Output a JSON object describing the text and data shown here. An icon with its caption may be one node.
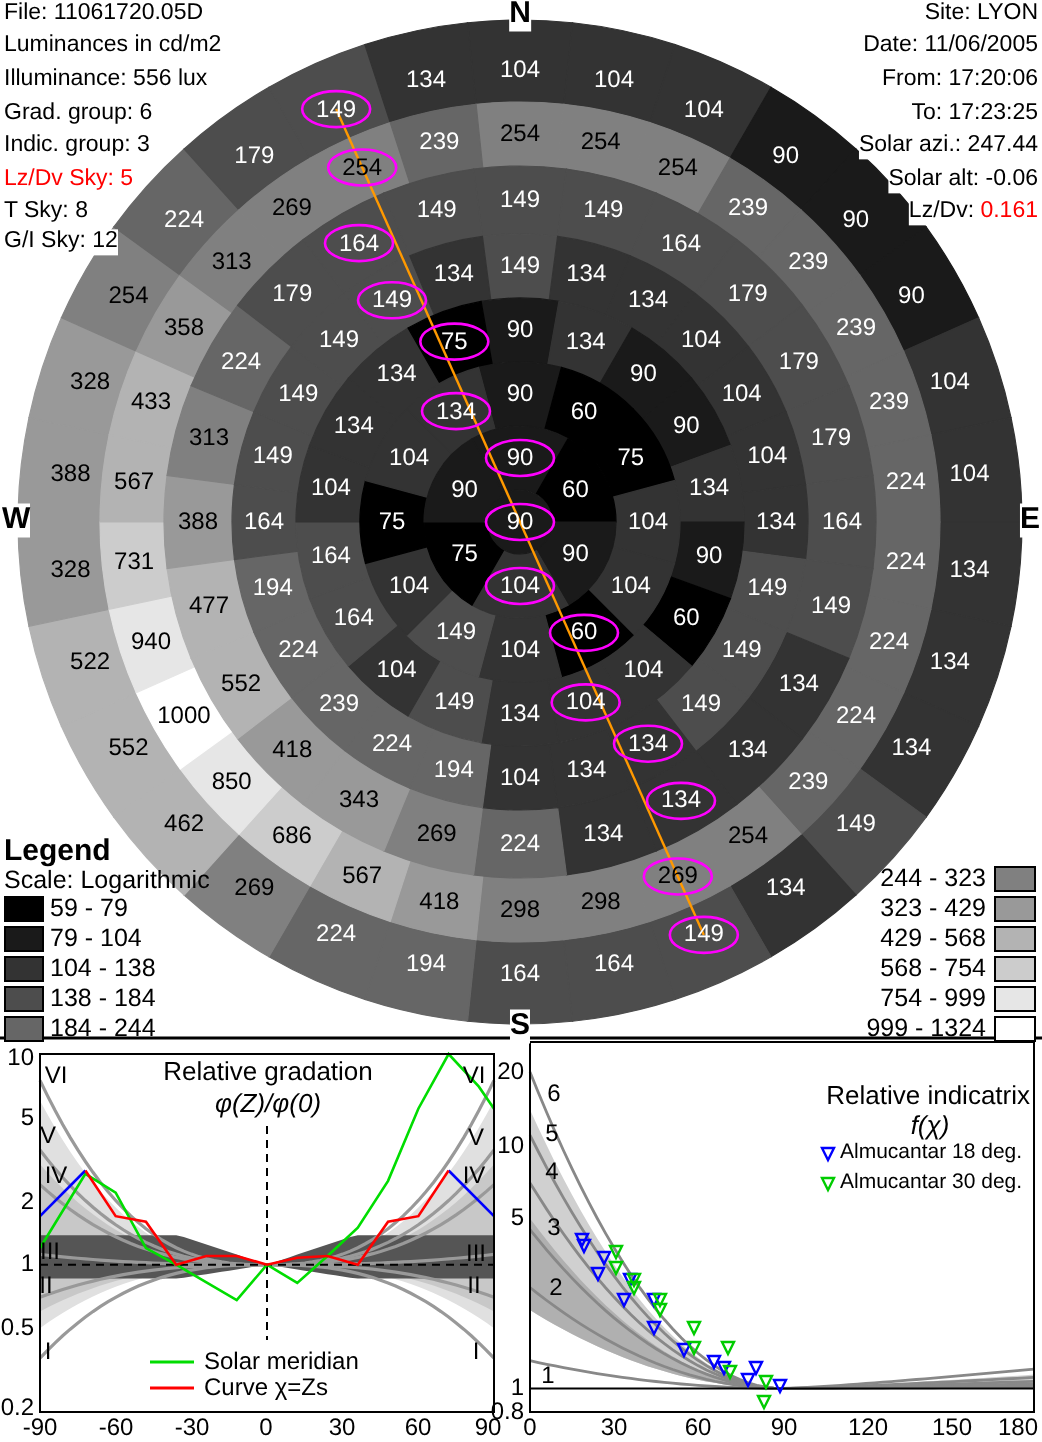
{
  "diagram": {
    "labels": [
      "File: 11061720.05D",
      "Luminances in cd/m2",
      "Illuminance: 556 lux",
      "Grad. group: 6",
      "Indic. group: 3",
      "Lz/Dv Sky: 5",
      "T Sky: 8",
      "G/I Sky: 12",
      "Site: LYON",
      "Date: 11/06/2005",
      "From: 17:20:06",
      "To: 17:23:25",
      "Solar azi.: 247.44",
      "Solar alt: -0.06",
      "Lz/Dv: 0.161",
      "N",
      "W",
      "E",
      "S",
      "104",
      "104",
      "104",
      "90",
      "90",
      "90",
      "104",
      "104",
      "134",
      "134",
      "134",
      "149",
      "134",
      "149",
      "164",
      "164",
      "194",
      "224",
      "269",
      "462",
      "552",
      "522",
      "328",
      "388",
      "328",
      "254",
      "224",
      "179",
      "149",
      "134",
      "254",
      "254",
      "254",
      "239",
      "239",
      "239",
      "239",
      "224",
      "224",
      "224",
      "224",
      "239",
      "254",
      "269",
      "298",
      "298",
      "418",
      "567",
      "686",
      "850",
      "1000",
      "940",
      "731",
      "567",
      "433",
      "358",
      "313",
      "269",
      "254",
      "239",
      "149",
      "149",
      "164",
      "179",
      "179",
      "179",
      "164",
      "149",
      "134",
      "134",
      "134",
      "134",
      "224",
      "269",
      "343",
      "418",
      "552",
      "477",
      "388",
      "313",
      "224",
      "179",
      "164",
      "149",
      "149",
      "134",
      "134",
      "104",
      "104",
      "104",
      "134",
      "149",
      "149",
      "149",
      "134",
      "134",
      "104",
      "194",
      "224",
      "239",
      "224",
      "194",
      "164",
      "149",
      "149",
      "149",
      "149",
      "134",
      "90",
      "134",
      "90",
      "90",
      "134",
      "90",
      "60",
      "104",
      "104",
      "134",
      "149",
      "104",
      "164",
      "164",
      "104",
      "134",
      "134",
      "75",
      "90",
      "60",
      "75",
      "104",
      "104",
      "60",
      "104",
      "149",
      "104",
      "75",
      "104",
      "134",
      "90",
      "60",
      "90",
      "104",
      "75",
      "90",
      "90",
      "Legend",
      "Scale: Logarithmic",
      "Relative gradation",
      "φ(Z)/φ(0)",
      "VI",
      "V",
      "IV",
      "III",
      "II",
      "I",
      "VI",
      "V",
      "IV",
      "III",
      "II",
      "I",
      "10",
      "5",
      "2",
      "1",
      "0.5",
      "0.2",
      "-90",
      "-60",
      "-30",
      "0",
      "30",
      "60",
      "90",
      "Relative indicatrix",
      "f(χ)",
      "6",
      "5",
      "4",
      "3",
      "2",
      "1",
      "20",
      "10",
      "5",
      "1",
      "0.8",
      "0",
      "30",
      "60",
      "90",
      "120",
      "150",
      "180"
    ],
    "legend": [
      {
        "text": "59 - 79",
        "color": "#000000"
      },
      {
        "text": "79 - 104",
        "color": "#1a1a1a"
      },
      {
        "text": "104 - 138",
        "color": "#333333"
      },
      {
        "text": "138 - 184",
        "color": "#4d4d4d"
      },
      {
        "text": "184 - 244",
        "color": "#666666"
      },
      {
        "text": "244 - 323",
        "color": "#808080"
      },
      {
        "text": "323 - 429",
        "color": "#999999"
      },
      {
        "text": "429 - 568",
        "color": "#b3b3b3"
      },
      {
        "text": "568 - 754",
        "color": "#cccccc"
      },
      {
        "text": "754 - 999",
        "color": "#e6e6e6"
      },
      {
        "text": "999 - 1324",
        "color": "#ffffff"
      },
      {
        "text": "Solar meridian"
      },
      {
        "text": "Curve χ=Zs"
      },
      {
        "text": "Almucantar 18 deg."
      },
      {
        "text": "Almucantar 30 deg."
      }
    ]
  }
}
